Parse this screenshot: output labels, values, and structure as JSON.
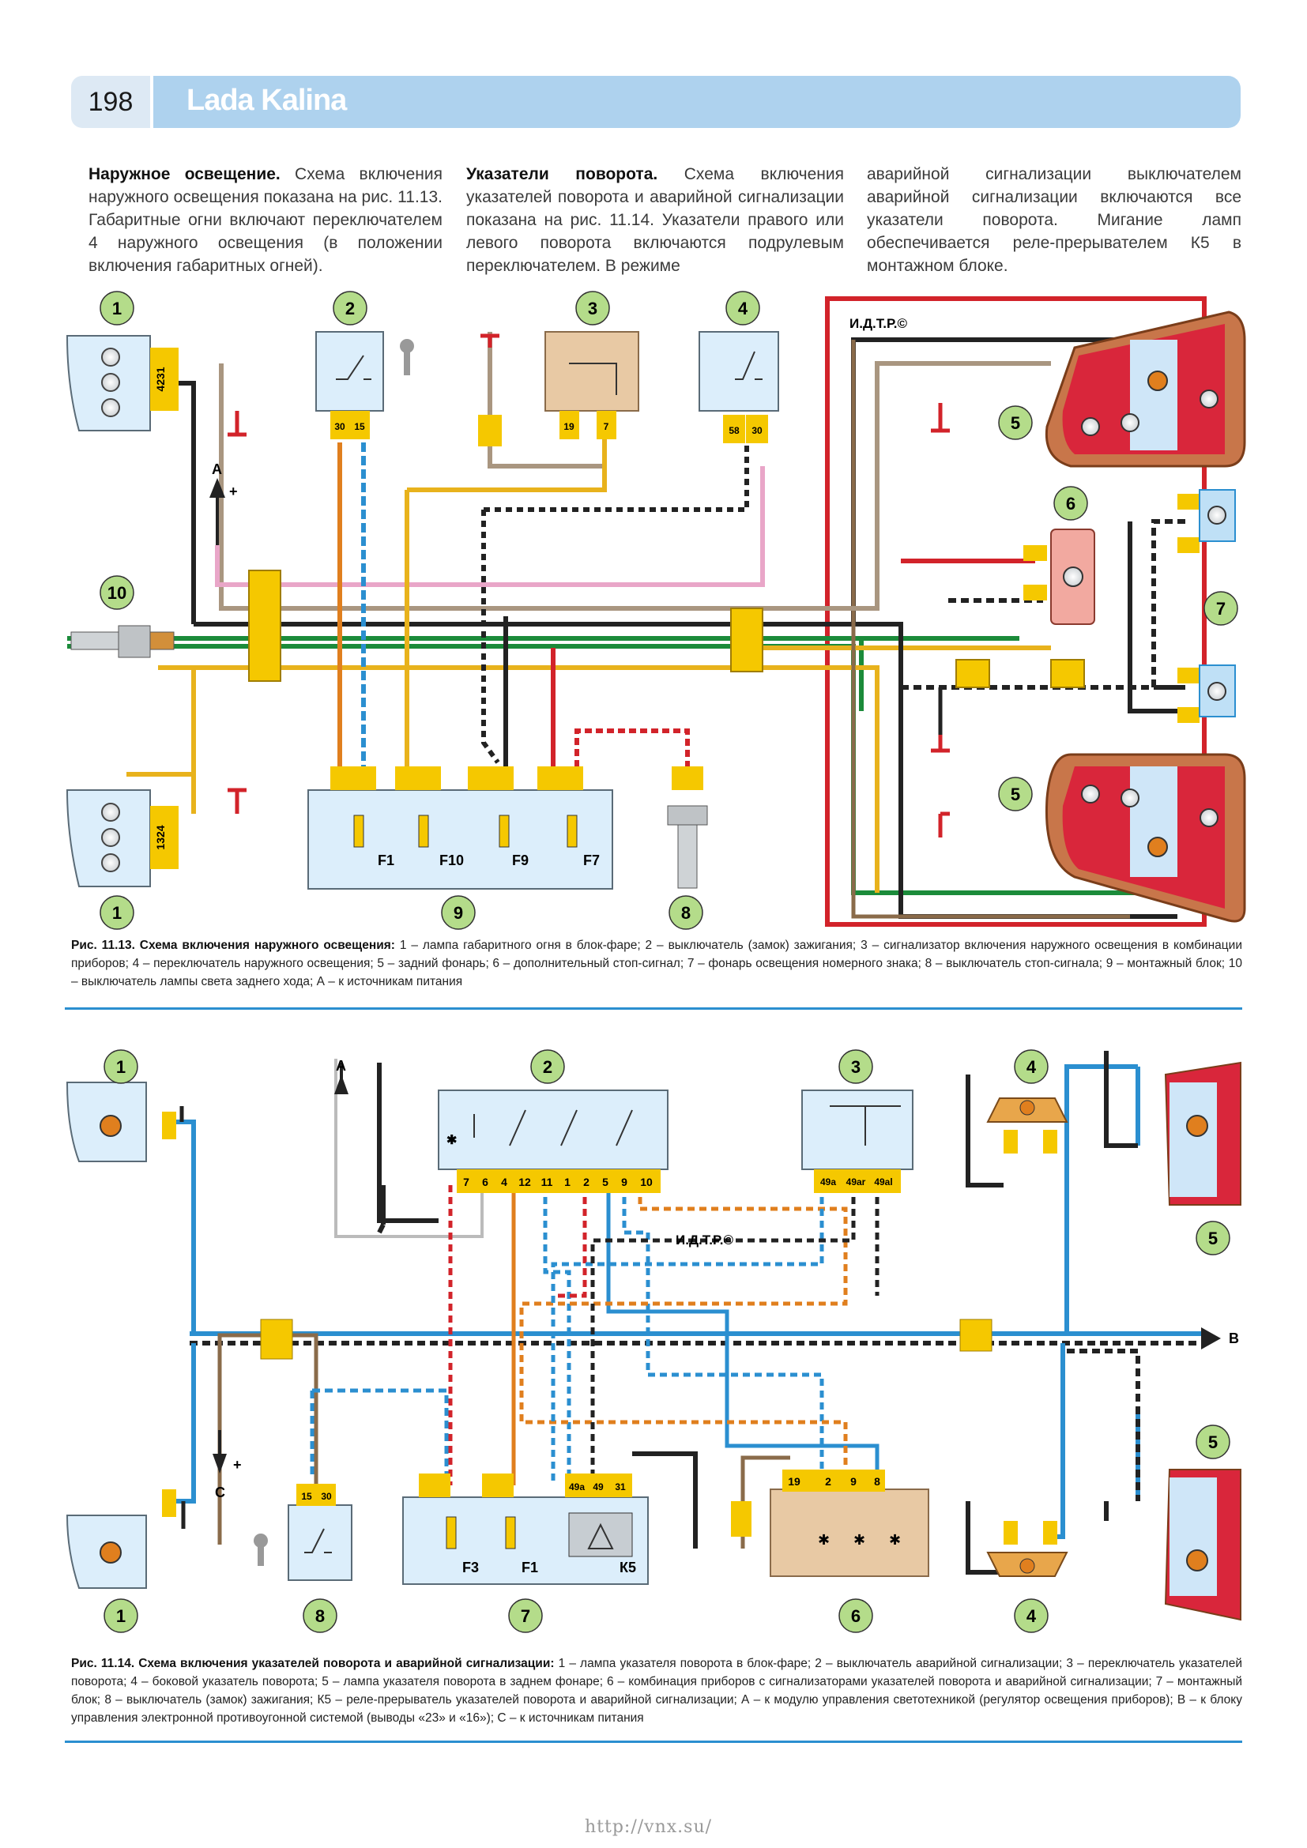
{
  "header": {
    "page_number": "198",
    "book_title": "Lada Kalina"
  },
  "intro": {
    "col1_heading": "Наружное освещение.",
    "col1_text": " Схема включения наружного освещения показана на рис. 11.13. Габаритные огни включают переключателем 4 наружного освещения (в положении включения габаритных огней).",
    "col2_heading": "Указатели поворота.",
    "col2_text": " Схема включения указателей поворота и аварийной сигнализации показана на рис. 11.14. Указатели правого или левого поворота включаются подрулевым переключателем. В режиме",
    "col3_text": "аварийной сигнализации выключателем аварийной сигнализации включаются все указатели поворота. Мигание ламп обеспечивается реле-прерывателем К5 в монтажном блоке."
  },
  "fig1": {
    "watermark": "И.Д.Т.Р.©",
    "arrow_label": "А",
    "plus": "+",
    "fuses": [
      "F1",
      "F10",
      "F9",
      "F7"
    ],
    "pins": {
      "lamp_top": "4231",
      "lamp_bottom": "1324",
      "switch_ignition": [
        "30",
        "15"
      ],
      "indicator": [
        "19",
        "7"
      ],
      "light_switch": [
        "58",
        "30"
      ]
    },
    "numbers": [
      "1",
      "2",
      "3",
      "4",
      "5",
      "6",
      "7",
      "5",
      "1",
      "10",
      "9",
      "8"
    ],
    "caption_title": "Рис. 11.13. Схема включения наружного освещения:",
    "caption_text": " 1 – лампа габаритного огня в блок-фаре; 2 – выключатель (замок) зажигания; 3 – сигнализатор включения наружного освещения в комбинации приборов; 4 – переключатель наружного освещения; 5 – задний фонарь; 6 – дополнительный стоп-сигнал; 7 – фонарь освещения номерного знака; 8 – выключатель стоп-сигнала; 9 – монтажный блок; 10 – выключатель лампы света заднего хода; А – к источникам питания"
  },
  "fig2": {
    "watermark": "И.Д.Т.Р.©",
    "label_a": "А",
    "label_b": "В",
    "label_c": "С",
    "plus": "+",
    "fuses": [
      "F3",
      "F1"
    ],
    "relay": "К5",
    "hazard_pins": [
      "7",
      "6",
      "4",
      "12",
      "11",
      "1",
      "2",
      "5",
      "9",
      "10"
    ],
    "turn_pins": [
      "49а",
      "49аr",
      "49аl"
    ],
    "block_pins": [
      "49а",
      "49",
      "31"
    ],
    "cluster_pins": [
      "19",
      "2",
      "9",
      "8"
    ],
    "ign_pins": [
      "15",
      "30"
    ],
    "numbers": [
      "1",
      "2",
      "3",
      "4",
      "5",
      "5",
      "4",
      "1",
      "8",
      "7",
      "6"
    ],
    "caption_title": "Рис. 11.14. Схема включения указателей поворота и аварийной сигнализации:",
    "caption_text": " 1 – лампа указателя поворота в блок-фаре; 2 – выключатель аварийной сигнализации; 3 – переключатель указателей поворота; 4 – боковой указатель поворота; 5 – лампа указателя поворота в заднем фонаре; 6 – комбинация приборов с сигнализаторами указателей поворота и аварийной сигнализации; 7 – монтажный блок; 8 – выключатель (замок) зажигания; К5 – реле-прерыватель указателей поворота и аварийной сигнализации; А – к модулю управления светотехникой (регулятор освещения приборов); В – к блоку управления электронной противоугонной системой (выводы «23» и «16»); С – к источникам питания"
  },
  "footer": {
    "url": "http://vnx.su/"
  },
  "colors": {
    "accent_blue": "#2b8fd0",
    "connector_yellow": "#f5c800",
    "title_bar": "#aed2ee"
  }
}
